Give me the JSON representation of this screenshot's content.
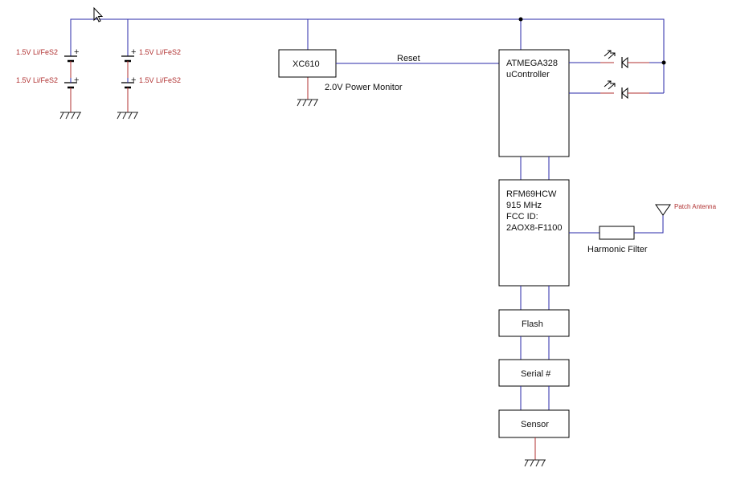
{
  "batteries": {
    "left_top": "1.5V Li/FeS2",
    "left_bottom": "1.5V Li/FeS2",
    "right_top": "1.5V Li/FeS2",
    "right_bottom": "1.5V Li/FeS2",
    "plus_sign": "+"
  },
  "xc610": {
    "label": "XC610",
    "caption": "2.0V Power Monitor",
    "reset_label": "Reset"
  },
  "mcu": {
    "line1": "ATMEGA328",
    "line2": "uController"
  },
  "radio": {
    "line1": "RFM69HCW",
    "line2": "915 MHz",
    "line3": "FCC ID:",
    "line4": "2AOX8-F1100"
  },
  "filter": {
    "caption": "Harmonic Filter"
  },
  "antenna": {
    "label": "Patch Antenna"
  },
  "flash": {
    "label": "Flash"
  },
  "serial": {
    "label": "Serial #"
  },
  "sensor": {
    "label": "Sensor"
  },
  "colors": {
    "wire": "#2a2aa8",
    "red_wire": "#b03030",
    "outline": "#000000"
  }
}
